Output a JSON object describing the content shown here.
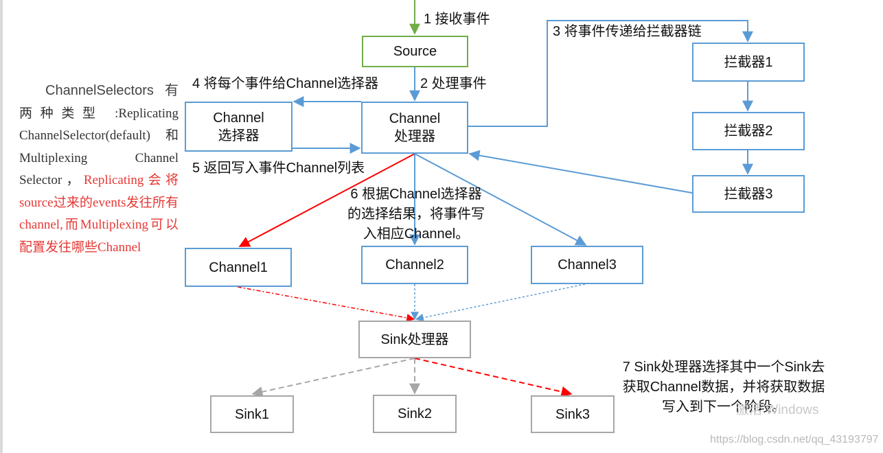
{
  "nodes": {
    "source": "Source",
    "channel_selector": [
      "Channel",
      "选择器"
    ],
    "channel_processor": [
      "Channel",
      "处理器"
    ],
    "interceptor1": "拦截器1",
    "interceptor2": "拦截器2",
    "interceptor3": "拦截器3",
    "channel1": "Channel1",
    "channel2": "Channel2",
    "channel3": "Channel3",
    "sink_processor": "Sink处理器",
    "sink1": "Sink1",
    "sink2": "Sink2",
    "sink3": "Sink3"
  },
  "steps": {
    "step1": "1 接收事件",
    "step2": "2 处理事件",
    "step3": "3 将事件传递给拦截器链",
    "step4": "4 将每个事件给Channel选择器",
    "step5": "5 返回写入事件Channel列表",
    "step6": "6 根据Channel选择器的选择结果，将事件写入相应Channel。",
    "step7": "7 Sink处理器选择其中一个Sink去获取Channel数据，并将获取数据写入到下一个阶段。"
  },
  "side_note": {
    "lead": "ChannelSelectors有",
    "body": "两种类型 :Replicating ChannelSelector(default)和 Multiplexing Channel Selector，",
    "red": "Replicating会将source过来的events发往所有channel,而Multiplexing可以配置发往哪些Channel"
  },
  "watermarks": {
    "activate": "激活 Windows",
    "url": "https://blog.csdn.net/qq_43193797"
  },
  "colors": {
    "blue": "#5b9bd5",
    "green": "#70ad47",
    "red": "#ff0000",
    "gray": "#a6a6a6"
  }
}
